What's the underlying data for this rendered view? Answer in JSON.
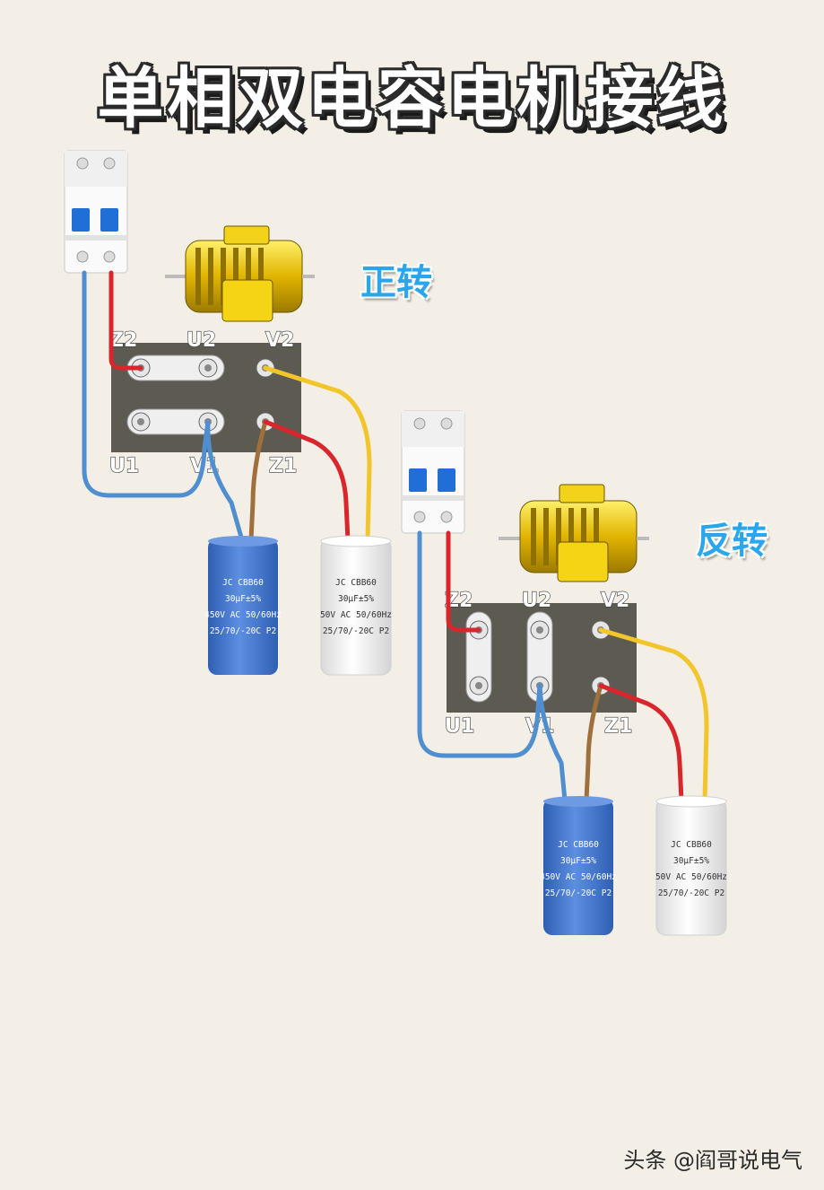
{
  "title": "单相双电容电机接线",
  "watermark": "头条 @阎哥说电气",
  "diagrams": [
    {
      "label": "正转",
      "terminals": [
        "Z2",
        "U2",
        "V2",
        "U1",
        "V1",
        "Z1"
      ],
      "run_capacitor": [
        "JC CBB60",
        "30μF±5%",
        "450V AC 50/60Hz",
        "25/70/-20C P2"
      ],
      "start_capacitor": [
        "JC CBB60",
        "30μF±5%",
        "50V AC 50/60Hz",
        "25/70/-20C P2"
      ]
    },
    {
      "label": "反转",
      "terminals": [
        "Z2",
        "U2",
        "V2",
        "U1",
        "V1",
        "Z1"
      ],
      "run_capacitor": [
        "JC CBB60",
        "30μF±5%",
        "450V AC 50/60Hz",
        "25/70/-20C P2"
      ],
      "start_capacitor": [
        "JC CBB60",
        "30μF±5%",
        "50V AC 50/60Hz",
        "25/70/-20C P2"
      ]
    }
  ],
  "colors": {
    "background": "#f3efe6",
    "label_blue": "#29a6ee",
    "wire_blue": "#4f8fd0",
    "wire_red": "#d9262c",
    "wire_yellow": "#f2c62b",
    "wire_brown": "#a0703c",
    "terminal_board": "#5d5a52",
    "motor_yellow": "#e4b800",
    "capacitor_blue": "#3f73c9",
    "capacitor_white": "#f4f4f4"
  }
}
